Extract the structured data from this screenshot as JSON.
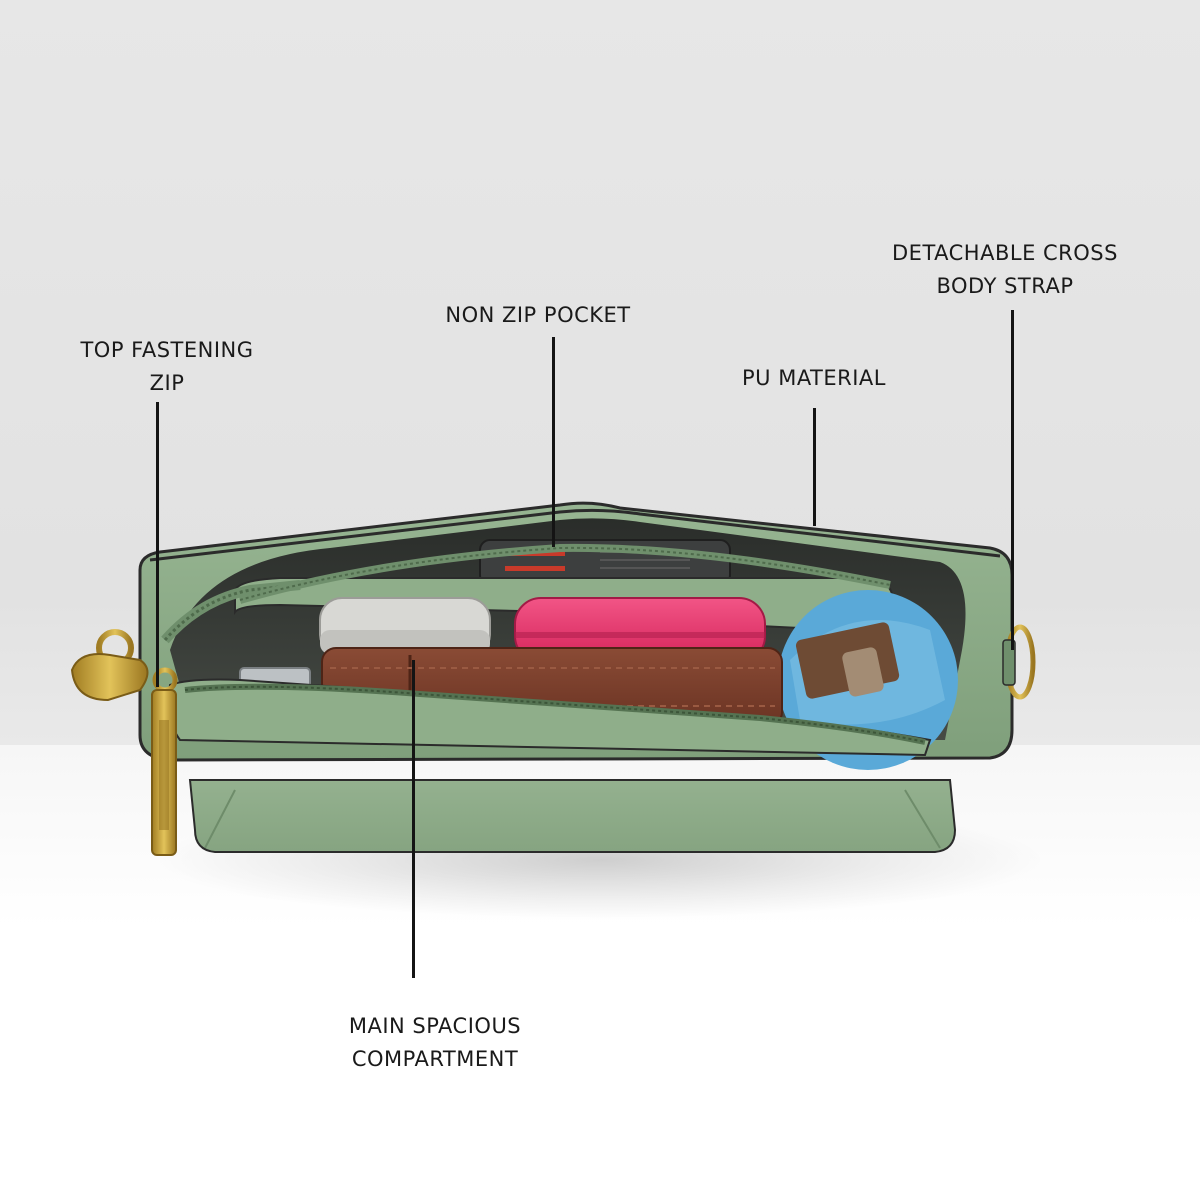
{
  "callouts": {
    "top_fastening_zip": [
      "TOP FASTENING",
      "ZIP"
    ],
    "non_zip_pocket": [
      "NON ZIP POCKET"
    ],
    "pu_material": [
      "PU MATERIAL"
    ],
    "detachable_strap": [
      "DETACHABLE CROSS",
      "BODY STRAP"
    ],
    "main_compartment": [
      "MAIN SPACIOUS",
      "COMPARTMENT"
    ]
  },
  "colors": {
    "bag_green": "#8fae8a",
    "bag_green_dark": "#6f8f6c",
    "hardware_gold": "#c9a43a",
    "wallet_brown": "#7a3f2c",
    "compact_pink": "#ea3e6f",
    "ball_blue": "#5aa9d8"
  }
}
